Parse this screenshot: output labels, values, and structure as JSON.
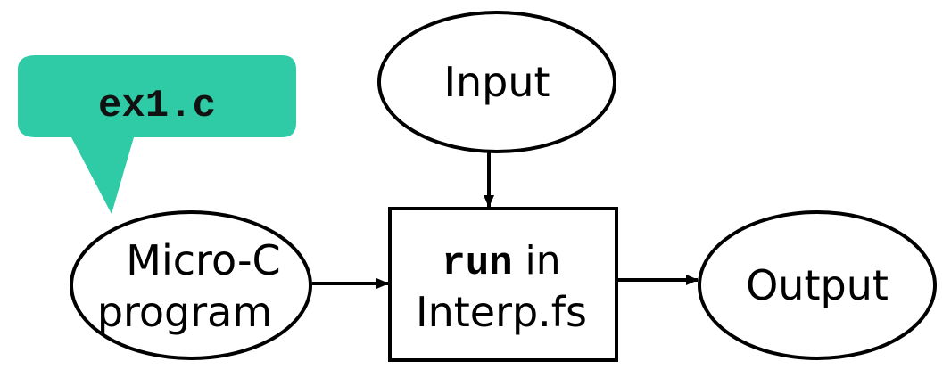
{
  "callout": {
    "label": "ex1.c",
    "color": "#2ecba6"
  },
  "nodes": {
    "input": {
      "label": "Input"
    },
    "program": {
      "line1": "Micro-C",
      "line2": "program"
    },
    "interpreter": {
      "command": "run",
      "line1_suffix": " in",
      "line2": "Interp.fs"
    },
    "output": {
      "label": "Output"
    }
  },
  "edges": [
    {
      "from": "input",
      "to": "interpreter"
    },
    {
      "from": "program",
      "to": "interpreter"
    },
    {
      "from": "interpreter",
      "to": "output"
    }
  ]
}
